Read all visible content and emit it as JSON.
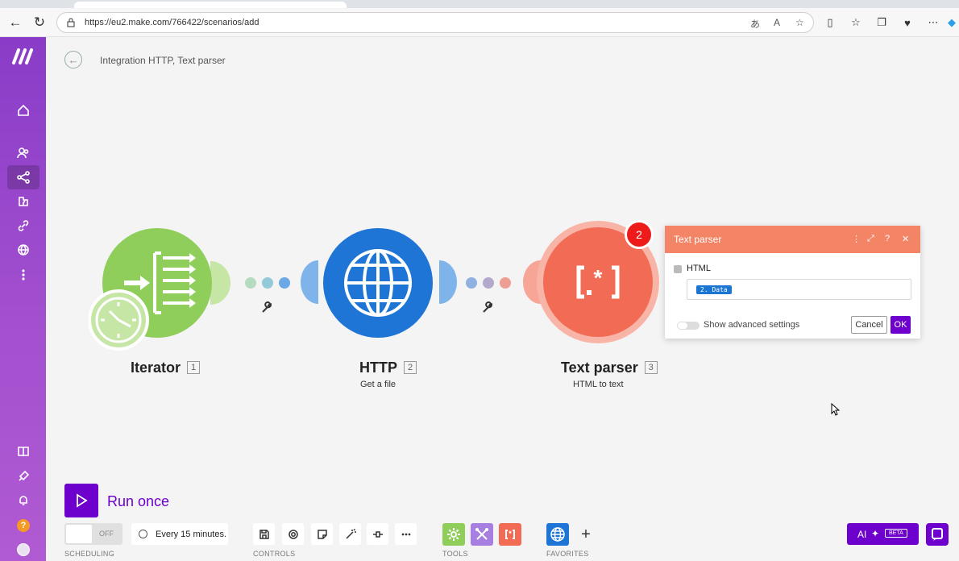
{
  "browser": {
    "url": "https://eu2.make.com/766422/scenarios/add",
    "nav": {
      "back_icon": "arrow-left-icon",
      "reload_icon": "reload-icon"
    }
  },
  "sidebar": {
    "items": [
      {
        "name": "home-icon"
      },
      {
        "name": "team-icon"
      },
      {
        "name": "scenarios-icon",
        "active": true
      },
      {
        "name": "apps-icon"
      },
      {
        "name": "connections-icon"
      },
      {
        "name": "webhooks-icon"
      },
      {
        "name": "more-icon"
      }
    ],
    "bottom_items": [
      {
        "name": "docs-icon"
      },
      {
        "name": "whats-new-icon"
      },
      {
        "name": "notifications-icon"
      },
      {
        "name": "help-icon",
        "label": "?"
      },
      {
        "name": "profile-icon"
      }
    ]
  },
  "scenario": {
    "title": "Integration HTTP, Text parser"
  },
  "modules": [
    {
      "label": "Iterator",
      "number": "1",
      "subtitle": "",
      "color": "#8fce5a"
    },
    {
      "label": "HTTP",
      "number": "2",
      "subtitle": "Get a file",
      "color": "#1e75d5"
    },
    {
      "label": "Text parser",
      "number": "3",
      "subtitle": "HTML to text",
      "color": "#f26b55"
    }
  ],
  "badge": {
    "count": "2"
  },
  "panel": {
    "title": "Text parser",
    "field_label": "HTML",
    "field_value": "2. Data",
    "advanced_label": "Show advanced settings",
    "cancel_label": "Cancel",
    "ok_label": "OK"
  },
  "bottom": {
    "run_label": "Run once",
    "toggle_state": "OFF",
    "interval": "Every 15 minutes.",
    "sections": {
      "scheduling": "SCHEDULING",
      "controls": "CONTROLS",
      "tools": "TOOLS",
      "favorites": "FAVORITES"
    },
    "ai_label": "AI",
    "beta_label": "BETA",
    "colors": {
      "accent": "#6d00cc",
      "tools_green": "#8fce5a",
      "tools_purple": "#a77fe0",
      "tools_red": "#f26b55",
      "fav_blue": "#1e75d5"
    }
  }
}
